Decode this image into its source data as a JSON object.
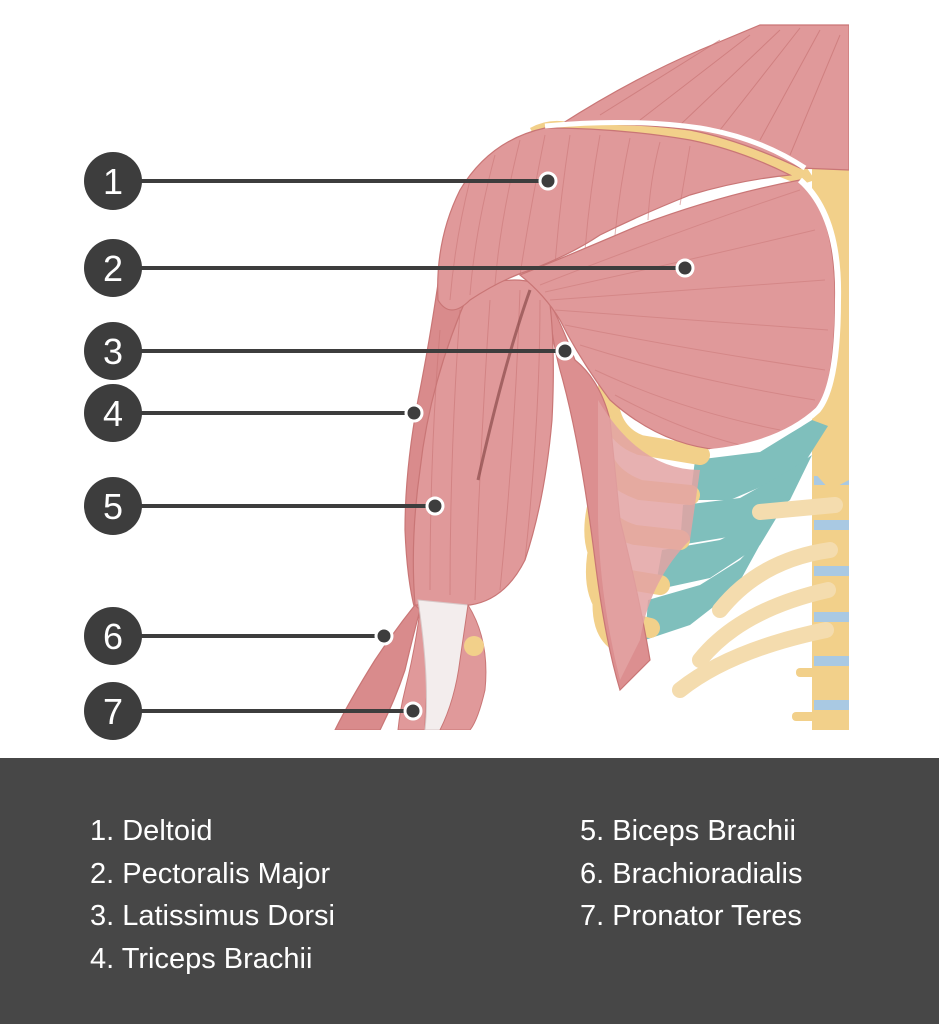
{
  "markers": [
    {
      "number": "1",
      "target": "Deltoid"
    },
    {
      "number": "2",
      "target": "Pectoralis Major"
    },
    {
      "number": "3",
      "target": "Latissimus Dorsi"
    },
    {
      "number": "4",
      "target": "Triceps Brachii"
    },
    {
      "number": "5",
      "target": "Biceps Brachii"
    },
    {
      "number": "6",
      "target": "Brachioradialis"
    },
    {
      "number": "7",
      "target": "Pronator Teres"
    }
  ],
  "legend": {
    "left": [
      "1. Deltoid",
      "2. Pectoralis Major",
      "3. Latissimus Dorsi",
      "4. Triceps Brachii"
    ],
    "right": [
      "5. Biceps Brachii",
      "6. Brachioradialis",
      "7. Pronator Teres"
    ]
  },
  "colors": {
    "muscle": "#e0999a",
    "muscle_dark": "#c97676",
    "bone": "#f2d08a",
    "cartilage": "#7fbfbc",
    "disc": "#a9c9e3",
    "marker": "#3d3d3d",
    "legend_bg": "#474747"
  }
}
